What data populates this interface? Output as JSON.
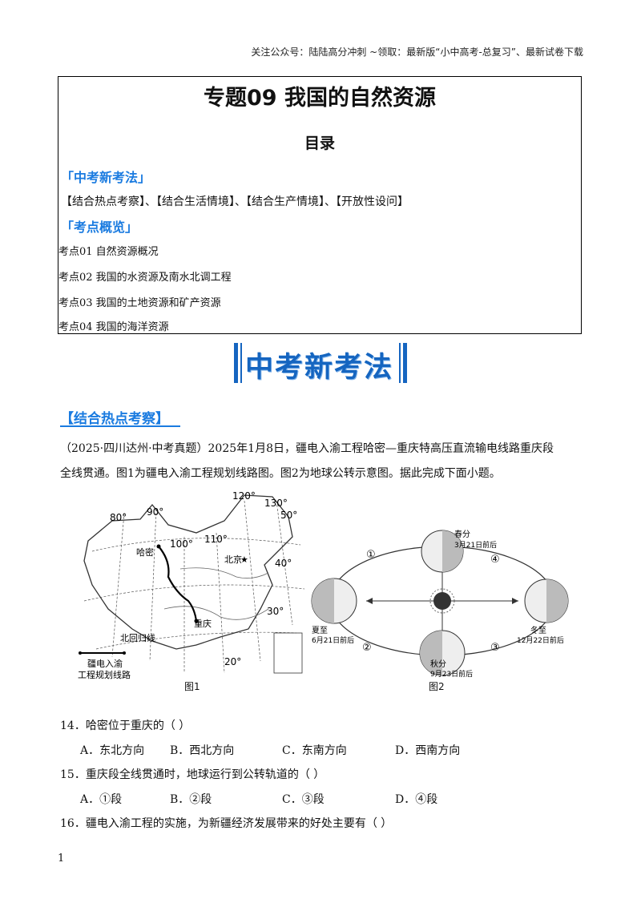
{
  "header_note": "关注公众号：陆陆高分冲刺  ~领取：最新版“小中高考-总复习”、最新试卷下载",
  "toc": {
    "title": "专题09  我国的自然资源",
    "subtitle": "目录",
    "sec1": "「中考新考法」",
    "sec1_line": "【结合热点考察】、【结合生活情境】、【结合生产情境】、【开放性设问】",
    "sec2": "「考点概览」",
    "items": [
      "考点01  自然资源概况",
      "考点02  我国的水资源及南水北调工程",
      "考点03  我国的土地资源和矿产资源",
      "考点04  我国的海洋资源"
    ]
  },
  "banner": "中考新考法",
  "section_head": "【结合热点考察】",
  "intro_line1": "（2025·四川达州·中考真题）2025年1月8日，疆电入渝工程哈密—重庆特高压直流输电线路重庆段",
  "intro_line2": "全线贯通。图1为疆电入渝工程规划线路图。图2为地球公转示意图。据此完成下面小题。",
  "fig1": {
    "caption": "图1",
    "lon_labels": [
      "80°",
      "90°",
      "100°",
      "110°",
      "120°",
      "130°"
    ],
    "lat_labels": [
      "50°",
      "40°",
      "30°",
      "20°"
    ],
    "places": [
      "哈密",
      "北京",
      "重庆"
    ],
    "tropic": "北回归线",
    "legend_line1": "疆电入渝",
    "legend_line2": "工程规划线路"
  },
  "fig2": {
    "caption": "图2",
    "segments": [
      "①",
      "②",
      "③",
      "④"
    ],
    "spring": {
      "name": "春分",
      "date": "3月21日前后"
    },
    "summer": {
      "name": "夏至",
      "date": "6月21日前后"
    },
    "autumn": {
      "name": "秋分",
      "date": "9月23日前后"
    },
    "winter": {
      "name": "冬至",
      "date": "12月22日前后"
    }
  },
  "q14": {
    "stem": "14．哈密位于重庆的（    ）",
    "options": [
      "A．东北方向",
      "B．西北方向",
      "C．东南方向",
      "D．西南方向"
    ]
  },
  "q15": {
    "stem": "15．重庆段全线贯通时，地球运行到公转轨道的（    ）",
    "options": [
      "A．①段",
      "B．②段",
      "C．③段",
      "D．④段"
    ]
  },
  "q16": {
    "stem": "16．疆电入渝工程的实施，为新疆经济发展带来的好处主要有（    ）"
  },
  "page_number": "1"
}
